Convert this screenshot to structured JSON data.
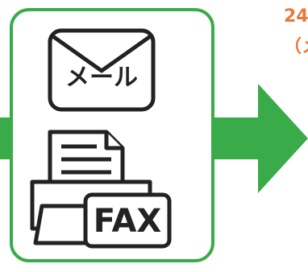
{
  "mail_card": {
    "mail_label": "メール",
    "fax_label": "FAX"
  },
  "side_text": {
    "line1": "24",
    "line2": "（メ"
  },
  "colors": {
    "green": "#3aab49",
    "card_border": "#3aab49",
    "icon_stroke": "#222222",
    "accent_text": "#e8793a"
  },
  "icons": [
    "envelope-icon",
    "fax-machine-icon",
    "right-arrow-icon"
  ]
}
